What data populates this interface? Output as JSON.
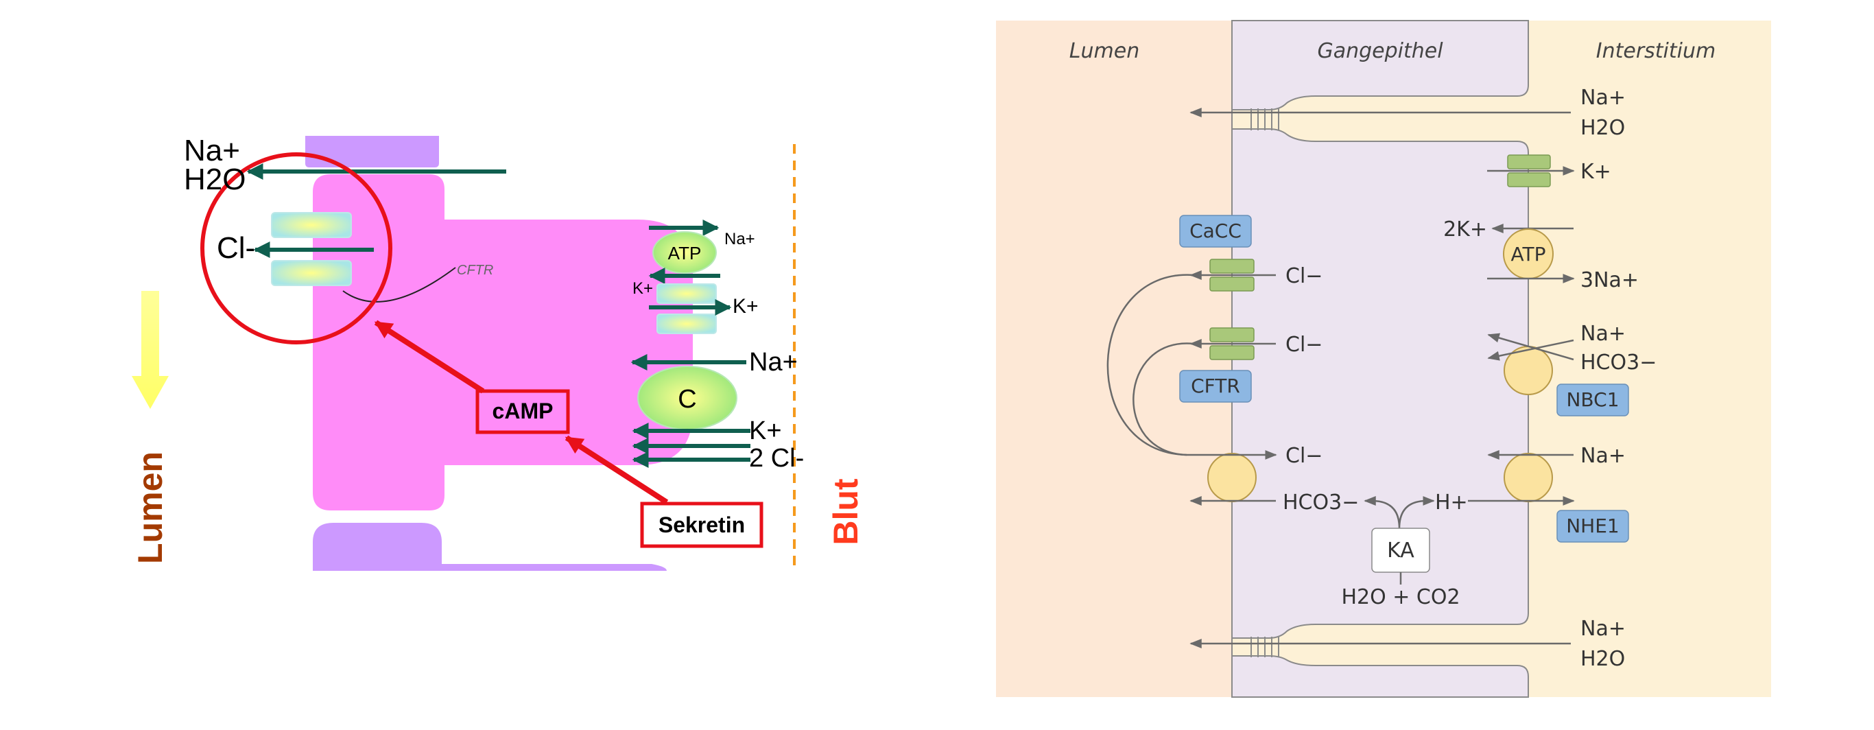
{
  "left": {
    "labels": {
      "na": "Na+",
      "h2o": "H2O",
      "cl": "Cl-",
      "cftr": "CFTR",
      "atp": "ATP",
      "na_atp": "Na+",
      "k_in": "K+",
      "k_out": "K+",
      "na_c": "Na+",
      "c": "C",
      "k_c": "K+",
      "cl2": "2 Cl-",
      "camp": "cAMP",
      "sekretin": "Sekretin",
      "lumen": "Lumen",
      "blut": "Blut"
    },
    "colors": {
      "cell": "#ff8cf8",
      "neighbor": "#cc99ff",
      "arrow": "#0f5f4f",
      "red": "#e8101a",
      "lumen_text": "#a33a00",
      "blut_text": "#ff3b1e",
      "lumen_arrow": "#ffff8a",
      "dashes": "#f59a1d"
    }
  },
  "right": {
    "headers": {
      "lumen": "Lumen",
      "epithel": "Gangepithel",
      "interstitium": "Interstitium"
    },
    "boxes": {
      "cacc": "CaCC",
      "cftr": "CFTR",
      "nbc1": "NBC1",
      "nhe1": "NHE1",
      "ka": "KA",
      "atp": "ATP"
    },
    "ions": {
      "na_top": "Na+",
      "h2o_top": "H2O",
      "k": "K+",
      "k2": "2K+",
      "na3": "3Na+",
      "cl_cacc": "Cl−",
      "cl_cftr": "Cl−",
      "na_nbc": "Na+",
      "hco3_nbc": "HCO3−",
      "cl_exch": "Cl−",
      "na_nhe": "Na+",
      "hco3": "HCO3−",
      "h": "H+",
      "h2o_co2": "H2O + CO2",
      "na_bottom": "Na+",
      "h2o_bottom": "H2O"
    },
    "colors": {
      "lumen_bg": "#fde8d6",
      "inter_bg": "#fdf1d6",
      "cell": "#ece4f0",
      "box": "#8db7e2",
      "channel": "#a9c87a",
      "pump": "#fbe3a0",
      "line": "#6a6a6a"
    }
  }
}
